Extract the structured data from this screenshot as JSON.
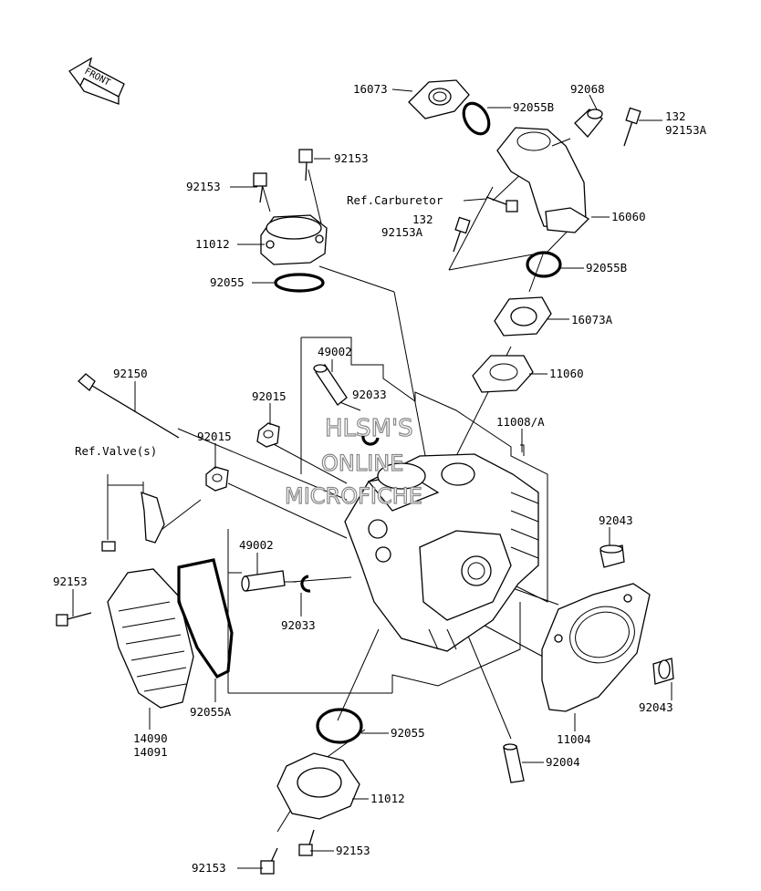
{
  "diagram": {
    "front_arrow": "FRONT",
    "watermark": [
      "HLSM'S",
      "ONLINE",
      "MICROFICHE"
    ],
    "labels": {
      "p16073": "16073",
      "p92055B_top": "92055B",
      "p92068": "92068",
      "p132_top": "132",
      "p92153A_top": "92153A",
      "p92153_a": "92153",
      "p92153_b": "92153",
      "ref_carb": "Ref.Carburetor",
      "p132_mid": "132",
      "p92153A_mid": "92153A",
      "p16060": "16060",
      "p11012_top": "11012",
      "p92055B_mid": "92055B",
      "p92055_top": "92055",
      "p16073A": "16073A",
      "p49002_top": "49002",
      "p11060": "11060",
      "p92150": "92150",
      "p92015_a": "92015",
      "p92033_top": "92033",
      "p11008A": "11008/A",
      "p92015_b": "92015",
      "ref_valve": "Ref.Valve(s)",
      "p49002_mid": "49002",
      "p92043_top": "92043",
      "p92153_left": "92153",
      "p92033_mid": "92033",
      "p92055A": "92055A",
      "p92043_right": "92043",
      "p14090": "14090",
      "p14091": "14091",
      "p11004": "11004",
      "p92055_bottom": "92055",
      "p92004": "92004",
      "p11012_bottom": "11012",
      "p92153_bl": "92153",
      "p92153_br": "92153"
    }
  }
}
